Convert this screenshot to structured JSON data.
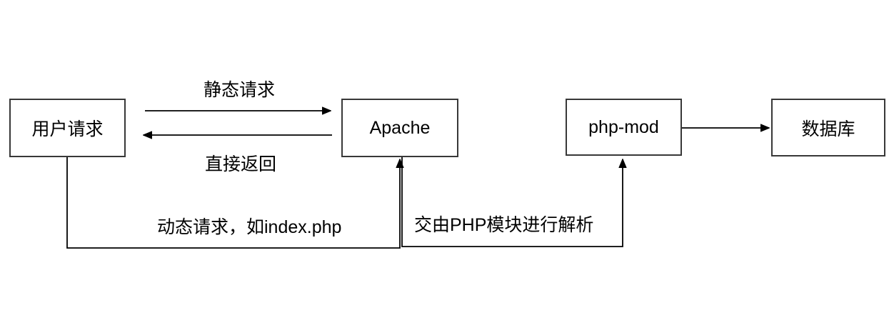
{
  "diagram": {
    "background_color": "#ffffff",
    "line_color": "#000000",
    "text_color": "#000000",
    "box_border_color": "#383838",
    "nodes": [
      {
        "id": "user-request",
        "label": "用户请求"
      },
      {
        "id": "apache",
        "label": "Apache"
      },
      {
        "id": "php-mod",
        "label": "php-mod"
      },
      {
        "id": "database",
        "label": "数据库"
      }
    ],
    "edges": [
      {
        "id": "static-request",
        "from": "user-request",
        "to": "apache",
        "label": "静态请求"
      },
      {
        "id": "direct-return",
        "from": "apache",
        "to": "user-request",
        "label": "直接返回"
      },
      {
        "id": "dynamic-request",
        "from": "user-request",
        "to": "apache",
        "label": "动态请求，如index.php"
      },
      {
        "id": "php-parse",
        "from": "apache",
        "to": "php-mod",
        "label": "交由PHP模块进行解析"
      },
      {
        "id": "db-query",
        "from": "php-mod",
        "to": "database",
        "label": ""
      }
    ]
  }
}
